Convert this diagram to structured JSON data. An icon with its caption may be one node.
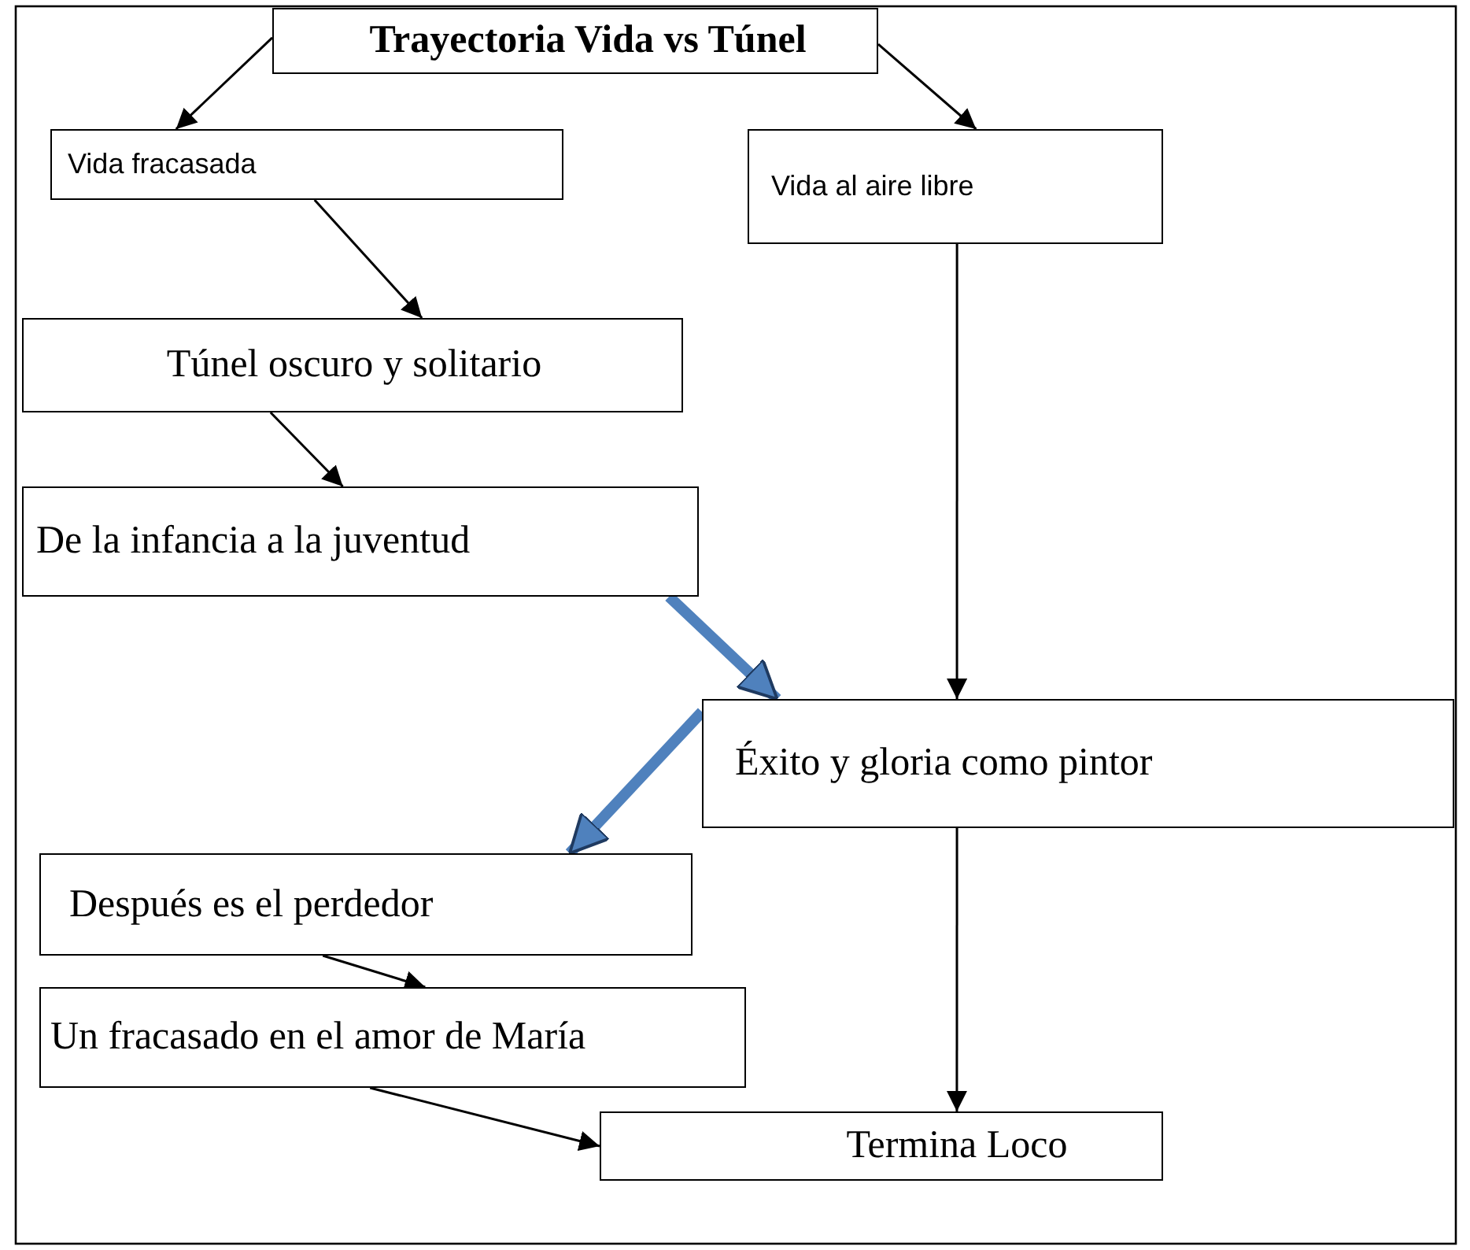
{
  "diagram": {
    "nodes": [
      {
        "text": [
          "Trayectoria Vida vs Túnel"
        ]
      },
      {
        "text": [
          "Vida fracasada"
        ]
      },
      {
        "text": [
          "Vida al aire libre"
        ]
      },
      {
        "text": [
          "Túnel oscuro y solitario"
        ]
      },
      {
        "text": [
          "De la infancia a la juventud"
        ]
      },
      {
        "text": [
          "Éxito y gloria como pintor"
        ]
      },
      {
        "text": [
          "Después es el perdedor"
        ]
      },
      {
        "text": [
          "Un fracasado en el amor de María"
        ]
      },
      {
        "text": [
          "Termina Loco"
        ]
      }
    ],
    "edges": [
      {
        "from": 0,
        "to": 1,
        "arrow": "to"
      },
      {
        "from": 0,
        "to": 2,
        "arrow": "to"
      },
      {
        "from": 1,
        "to": 3,
        "arrow": "to"
      },
      {
        "from": 3,
        "to": 4,
        "arrow": "to"
      },
      {
        "from": 4,
        "to": 5,
        "arrow": "to",
        "style": "thick",
        "color": "#4f81bd"
      },
      {
        "from": 2,
        "to": 5,
        "arrow": "to"
      },
      {
        "from": 5,
        "to": 6,
        "arrow": "to",
        "style": "thick",
        "color": "#4f81bd"
      },
      {
        "from": 5,
        "to": 8,
        "arrow": "to"
      },
      {
        "from": 6,
        "to": 7,
        "arrow": "to"
      },
      {
        "from": 7,
        "to": 8,
        "arrow": "to"
      }
    ]
  }
}
